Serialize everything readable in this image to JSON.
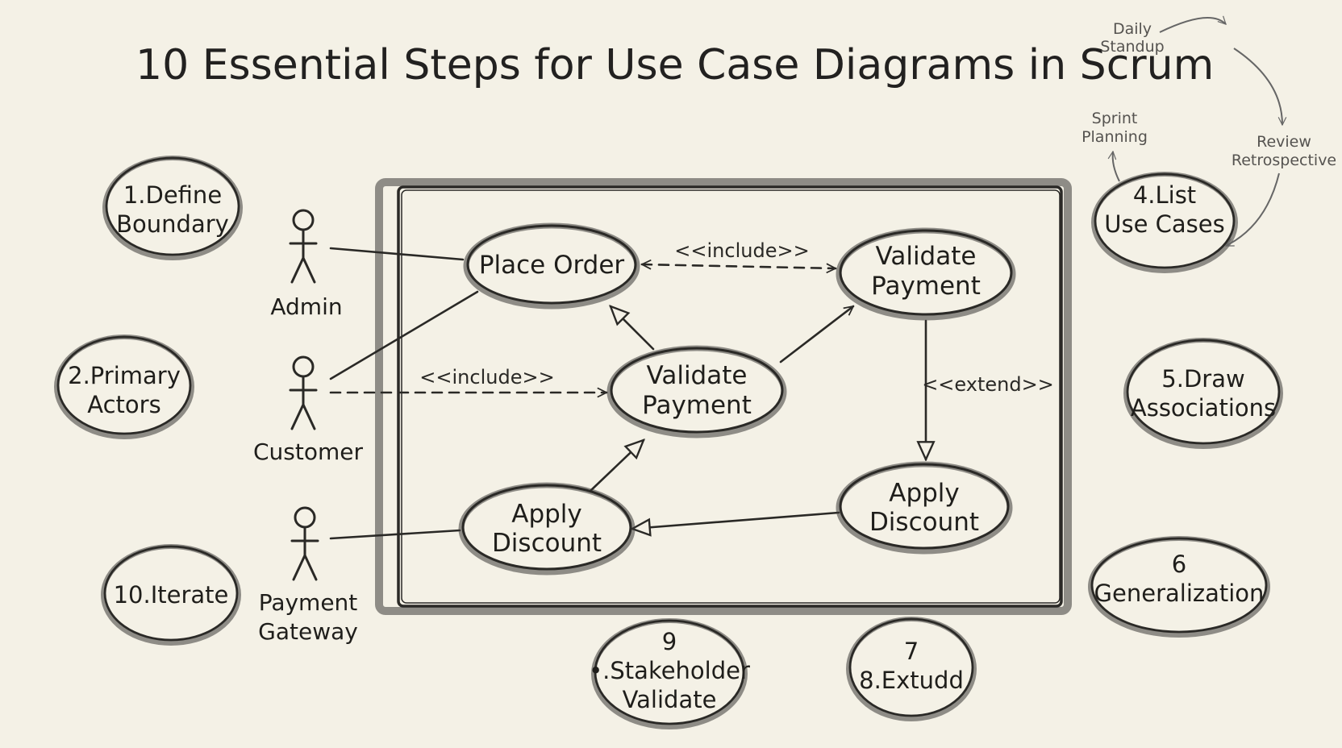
{
  "title": "10 Essential Steps for Use Case Diagrams in Scrum",
  "steps": {
    "s1": [
      "1.Define",
      "Boundary"
    ],
    "s2": [
      "2.Primary",
      "Actors"
    ],
    "s4": [
      "4.List",
      "Use Cases"
    ],
    "s5": [
      "5.Draw",
      "Associations"
    ],
    "s6": [
      "6",
      "Generalization"
    ],
    "s7": [
      "7",
      "8.Extudd"
    ],
    "s9": [
      "9",
      "•.Stakeholder",
      "Validate"
    ],
    "s10": [
      "10.Iterate"
    ]
  },
  "actors": {
    "admin": "Admin",
    "customer": "Customer",
    "payment_gateway": [
      "Payment",
      "Gateway"
    ]
  },
  "use_cases": {
    "place_order": [
      "Place Order"
    ],
    "validate_payment_top": [
      "Validate",
      "Payment"
    ],
    "validate_payment_mid": [
      "Validate",
      "Payment"
    ],
    "apply_discount_left": [
      "Apply",
      "Discount"
    ],
    "apply_discount_right": [
      "Apply",
      "Discount"
    ]
  },
  "relations": {
    "include_top": "<<include>>",
    "include_customer": "<<include>>",
    "extend": "<<extend>>"
  },
  "scrum_cycle": {
    "daily_standup": [
      "Daily",
      "Standup"
    ],
    "sprint_planning": [
      "Sprint",
      "Planning"
    ],
    "review_retrospective": [
      "Review",
      "Retrospective"
    ]
  },
  "colors": {
    "paper": "#f4f1e6",
    "ink": "#2a2926"
  }
}
